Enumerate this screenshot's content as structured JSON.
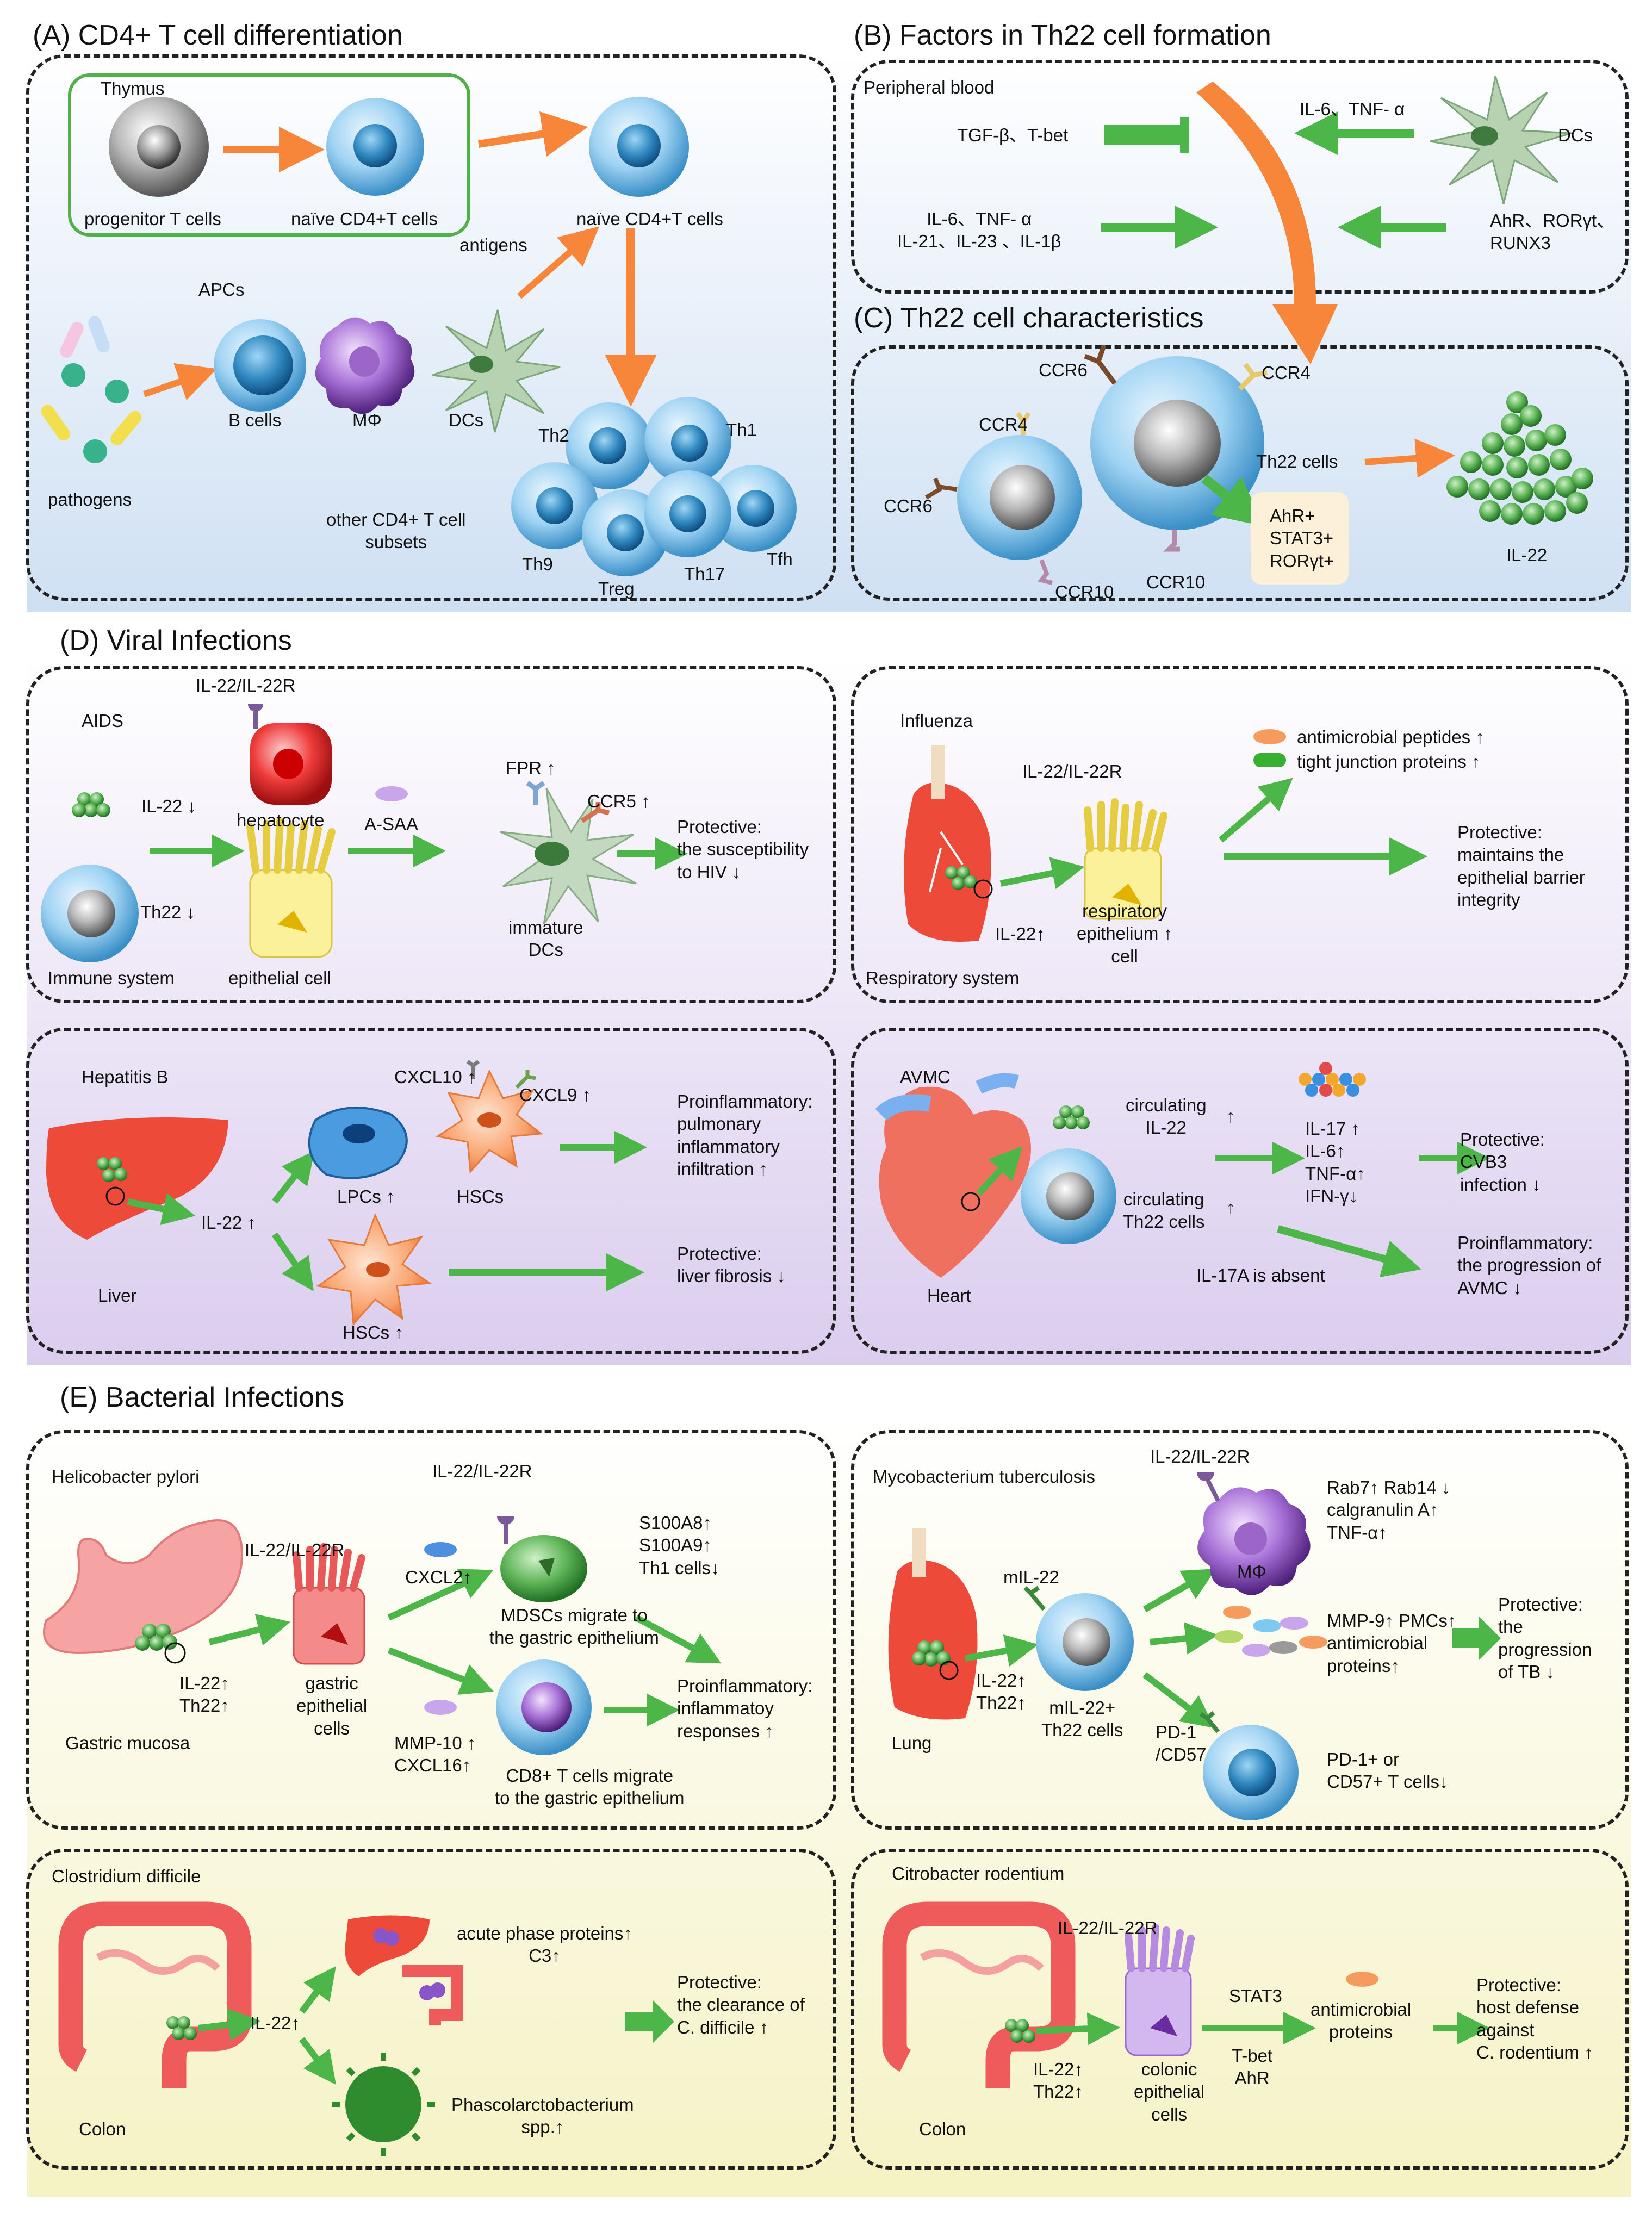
{
  "colors": {
    "section_abc_bg": "#dce8f6",
    "section_d_bg": "#e6dcf0",
    "section_e_bg": "#f7f6dc",
    "arrow_orange": "#f7863a",
    "arrow_green": "#4cb648",
    "cell_blue": "#8ecbf0",
    "il22_green": "#3f9a3f"
  },
  "sectionA": {
    "title": "(A) CD4+ T cell differentiation",
    "thymus": "Thymus",
    "progenitor": "progenitor T cells",
    "naive_thymus": "naïve CD4+T cells",
    "naive": "naïve CD4+T cells",
    "antigens": "antigens",
    "apcs": "APCs",
    "pathogens": "pathogens",
    "bcells": "B cells",
    "mphi": "MΦ",
    "dcs": "DCs",
    "other_subsets": "other CD4+ T cell\nsubsets",
    "th2": "Th2",
    "th1": "Th1",
    "th9": "Th9",
    "treg": "Treg",
    "th17": "Th17",
    "tfh": "Tfh"
  },
  "sectionB": {
    "title": "(B) Factors in Th22 cell formation",
    "peripheral_blood": "Peripheral blood",
    "tgf": "TGF-β、T-bet",
    "il6_dc": "IL-6、TNF- α",
    "dcs": "DCs",
    "il6_list": "IL-6、TNF- α\nIL-21、IL-23 、IL-1β",
    "ahr": "AhR、RORγt、\nRUNX3"
  },
  "sectionC": {
    "title": "(C) Th22 cell characteristics",
    "ccr6_top": "CCR6",
    "ccr4_top": "CCR4",
    "ccr4_small": "CCR4",
    "ccr6_small": "CCR6",
    "ccr10_small": "CCR10",
    "ccr10_big": "CCR10",
    "th22": "Th22 cells",
    "factors": "AhR+\nSTAT3+\nRORγt+",
    "il22": "IL-22"
  },
  "sectionD": {
    "title": "(D) Viral Infections",
    "aids": {
      "name": "AIDS",
      "receptor": "IL-22/IL-22R",
      "il22": "IL-22 ↓",
      "hepatocyte": "hepatocyte",
      "asaa": "A-SAA",
      "fpr": "FPR ↑",
      "ccr5": "CCR5 ↑",
      "th22": "Th22 ↓",
      "immune": "Immune system",
      "epithelial": "epithelial cell",
      "immature": "immature\nDCs",
      "protective": "Protective:\nthe susceptibility\nto HIV ↓"
    },
    "influenza": {
      "name": "Influenza",
      "receptor": "IL-22/IL-22R",
      "amp": "antimicrobial peptides ↑",
      "tight": "tight junction proteins ↑",
      "il22": "IL-22↑",
      "resp_cell": "respiratory\nepithelium ↑\ncell",
      "system": "Respiratory system",
      "protective": "Protective:\nmaintains the\nepithelial barrier\nintegrity"
    },
    "hepatitis": {
      "name": "Hepatitis B",
      "cxcl10": "CXCL10 ↑",
      "cxcl9": "CXCL9 ↑",
      "lpcs": "LPCs ↑",
      "hscs": "HSCs",
      "il22": "IL-22 ↑",
      "liver": "Liver",
      "hscs2": "HSCs ↑",
      "proinflam": "Proinflammatory:\npulmonary\ninflammatory\ninfiltration ↑",
      "protective": "Protective:\nliver fibrosis ↓"
    },
    "avmc": {
      "name": "AVMC",
      "circ_il22": "circulating\nIL-22",
      "up1": "↑",
      "cytokines": "IL-17 ↑\nIL-6↑\nTNF-α↑\nIFN-γ↓",
      "circ_th22": "circulating\nTh22 cells",
      "up2": "↑",
      "heart": "Heart",
      "il17a": "IL-17A is absent",
      "protective": "Protective:\nCVB3\ninfection ↓",
      "proinflam": "Proinflammatory:\nthe progression of\nAVMC ↓"
    }
  },
  "sectionE": {
    "title": "(E) Bacterial Infections",
    "hpylori": {
      "name": "Helicobacter pylori",
      "receptor_top": "IL-22/IL-22R",
      "receptor": "IL-22/IL-22R",
      "cxcl2": "CXCL2↑",
      "s100": "S100A8↑\nS100A9↑\nTh1 cells↓",
      "mdsc": "MDSCs migrate to\nthe gastric epithelium",
      "il22": "IL-22↑\nTh22↑",
      "gastric_cells": "gastric\nepithelial\ncells",
      "mucosa": "Gastric mucosa",
      "mmp": "MMP-10 ↑\nCXCL16↑",
      "cd8": "CD8+ T cells migrate\nto the gastric epithelium",
      "proinflam": "Proinflammatory:\ninflammatoy\nresponses ↑"
    },
    "tb": {
      "name": "Mycobacterium tuberculosis",
      "receptor": "IL-22/IL-22R",
      "mphi": "MΦ",
      "rab": "Rab7↑ Rab14 ↓\ncalgranulin A↑\nTNF-α↑",
      "mil22": "mIL-22",
      "mmp": "MMP-9↑ PMCs↑\nantimicrobial\nproteins↑",
      "protective": "Protective:\nthe\nprogression\nof TB ↓",
      "il22": "IL-22↑\nTh22↑",
      "mil22_th22": "mIL-22+\nTh22 cells",
      "lung": "Lung",
      "pd1": "PD-1\n/CD57",
      "pd1_cells": "PD-1+ or\nCD57+ T cells↓"
    },
    "cdiff": {
      "name": "Clostridium difficile",
      "il22": "IL-22↑",
      "acute": "acute phase proteins↑\nC3↑",
      "protective": "Protective:\nthe clearance of\nC. difficile ↑",
      "colon": "Colon",
      "phasco": "Phascolarctobacterium\nspp.↑"
    },
    "citro": {
      "name": "Citrobacter rodentium",
      "receptor": "IL-22/IL-22R",
      "stat3": "STAT3",
      "amp": "antimicrobial\nproteins",
      "tbet": "T-bet\nAhR",
      "il22": "IL-22↑\nTh22↑",
      "colonic": "colonic\nepithelial\ncells",
      "colon": "Colon",
      "protective": "Protective:\nhost defense\nagainst\nC. rodentium ↑"
    }
  }
}
